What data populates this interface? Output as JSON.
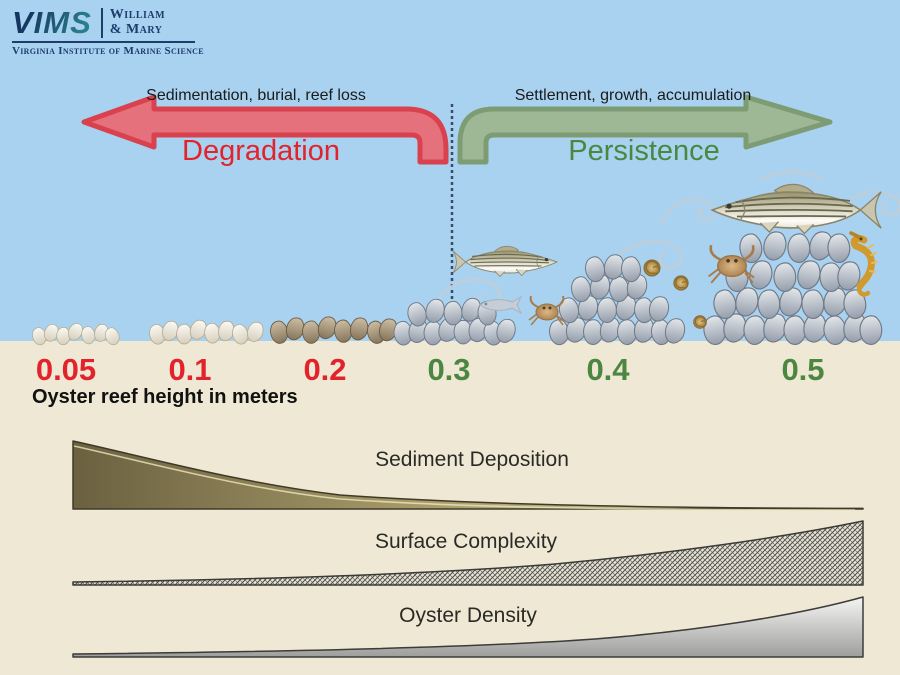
{
  "logo": {
    "acronym": "VIMS",
    "college_line1": "William",
    "college_line2": "& Mary",
    "institute": "Virginia Institute of Marine Science"
  },
  "arrows": {
    "left": {
      "caption": "Sedimentation, burial, reef loss",
      "label": "Degradation",
      "fill": "#e4717b",
      "stroke": "#d8414d",
      "text_color": "#e2232b",
      "direction": "left"
    },
    "right": {
      "caption": "Settlement, growth, accumulation",
      "label": "Persistence",
      "fill": "#9eb795",
      "stroke": "#7e9c74",
      "text_color": "#4c8742",
      "direction": "right"
    }
  },
  "axis": {
    "label": "Oyster reef height in meters",
    "ticks": [
      {
        "value": "0.05",
        "color": "#e2232b"
      },
      {
        "value": "0.1",
        "color": "#e2232b"
      },
      {
        "value": "0.2",
        "color": "#e2232b"
      },
      {
        "value": "0.3",
        "color": "#4c8742"
      },
      {
        "value": "0.4",
        "color": "#4c8742"
      },
      {
        "value": "0.5",
        "color": "#4c8742"
      }
    ]
  },
  "wedges": [
    {
      "label": "Sediment Deposition",
      "trend": "decreasing left to right"
    },
    {
      "label": "Surface Complexity",
      "trend": "increasing left to right"
    },
    {
      "label": "Oyster Density",
      "trend": "increasing left to right"
    }
  ],
  "scene": {
    "sky_color": "#a8d2ef",
    "sand_color": "#efe8d4",
    "divider": "dashed vertical threshold between 0.2 and 0.3",
    "creatures": [
      "striped-bass-large",
      "striped-bass-medium",
      "small-fish",
      "crab",
      "crab",
      "seahorse",
      "snail",
      "snail",
      "snail"
    ],
    "reef_mounds": 6
  }
}
